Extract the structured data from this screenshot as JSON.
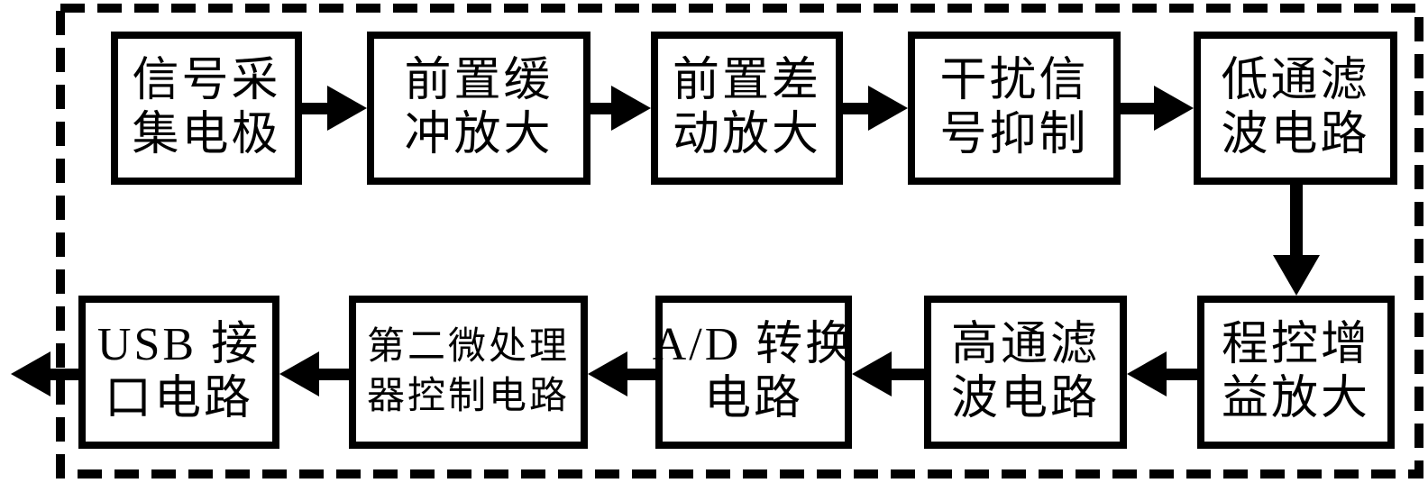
{
  "diagram": {
    "type": "block-diagram",
    "colors": {
      "line": "#000000",
      "background": "#ffffff"
    },
    "boxes": [
      {
        "id": "signal-acquisition-electrode",
        "label": "信号采集电极",
        "line1": "信号采",
        "line2": "集电极"
      },
      {
        "id": "pre-buffer-amplifier",
        "label": "前置缓冲放大",
        "line1": "前置缓",
        "line2": "冲放大"
      },
      {
        "id": "pre-differential-amplifier",
        "label": "前置差动放大",
        "line1": "前置差",
        "line2": "动放大"
      },
      {
        "id": "interference-suppression",
        "label": "干扰信号抑制",
        "line1": "干扰信",
        "line2": "号抑制"
      },
      {
        "id": "low-pass-filter",
        "label": "低通滤波电路",
        "line1": "低通滤",
        "line2": "波电路"
      },
      {
        "id": "programmable-gain-amplifier",
        "label": "程控增益放大",
        "line1": "程控增",
        "line2": "益放大"
      },
      {
        "id": "high-pass-filter",
        "label": "高通滤波电路",
        "line1": "高通滤",
        "line2": "波电路"
      },
      {
        "id": "ad-converter",
        "label": "A/D 转换电路",
        "line1": "A/D 转换",
        "line2": "电路"
      },
      {
        "id": "second-mcu-control",
        "label": "第二微处理器控制电路",
        "line1": "第二微处理",
        "line2": "器控制电路"
      },
      {
        "id": "usb-interface",
        "label": "USB 接口电路",
        "line1": "USB 接",
        "line2": "口电路"
      }
    ],
    "arrows": [
      {
        "from": "signal-acquisition-electrode",
        "to": "pre-buffer-amplifier",
        "direction": "right"
      },
      {
        "from": "pre-buffer-amplifier",
        "to": "pre-differential-amplifier",
        "direction": "right"
      },
      {
        "from": "pre-differential-amplifier",
        "to": "interference-suppression",
        "direction": "right"
      },
      {
        "from": "interference-suppression",
        "to": "low-pass-filter",
        "direction": "right"
      },
      {
        "from": "low-pass-filter",
        "to": "programmable-gain-amplifier",
        "direction": "down"
      },
      {
        "from": "programmable-gain-amplifier",
        "to": "high-pass-filter",
        "direction": "left"
      },
      {
        "from": "high-pass-filter",
        "to": "ad-converter",
        "direction": "left"
      },
      {
        "from": "ad-converter",
        "to": "second-mcu-control",
        "direction": "left"
      },
      {
        "from": "second-mcu-control",
        "to": "usb-interface",
        "direction": "left"
      },
      {
        "from": "usb-interface",
        "to": "outside-boundary",
        "direction": "left"
      }
    ]
  }
}
